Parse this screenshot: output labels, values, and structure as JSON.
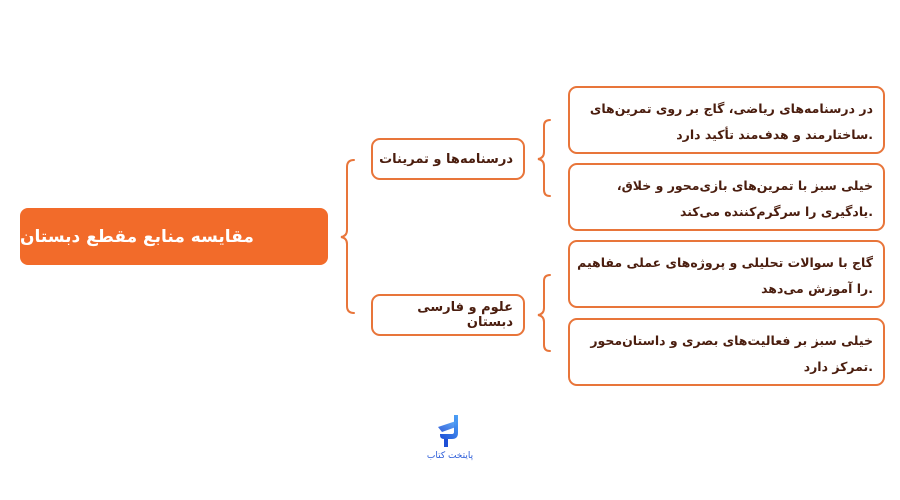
{
  "diagram": {
    "title": "مقایسه منابع مقطع دبستان",
    "colors": {
      "accent": "#f26b2a",
      "border": "#e8753a",
      "text_dark": "#4a1d0e",
      "logo_blue": "#2a5bd8"
    },
    "branches": [
      {
        "label": "درسنامه‌ها و تمرینات",
        "leaves": [
          {
            "line1": "در درسنامه‌های ریاضی، گاج بر روی تمرین‌های",
            "line2": ".ساختارمند و هدف‌مند تأکید دارد"
          },
          {
            "line1": "خیلی سبز با تمرین‌های بازی‌محور و خلاق،",
            "line2": ".یادگیری را سرگرم‌کننده می‌کند"
          }
        ]
      },
      {
        "label": "علوم و فارسی دبستان",
        "leaves": [
          {
            "line1": "گاج با سوالات تحلیلی و پروژه‌های عملی مفاهیم",
            "line2": ".را آموزش می‌دهد"
          },
          {
            "line1": "خیلی سبز بر فعالیت‌های بصری و داستان‌محور",
            "line2": ".تمرکز دارد"
          }
        ]
      }
    ]
  },
  "logo": {
    "text": "پایتخت کتاب",
    "icon": "paytakht-ketab-logo-icon"
  }
}
